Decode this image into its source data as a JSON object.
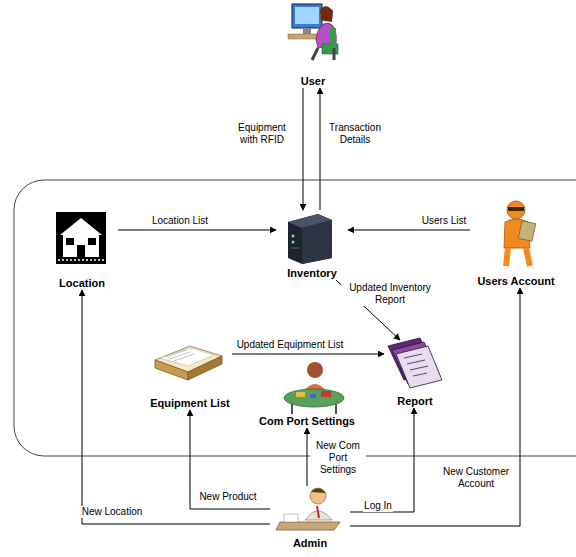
{
  "diagram": {
    "nodes": [
      {
        "text": [
          "User"
        ]
      },
      {
        "text": [
          "Location"
        ]
      },
      {
        "text": [
          "Inventory"
        ]
      },
      {
        "text": [
          "Users Account"
        ]
      },
      {
        "text": [
          "Equipment List"
        ]
      },
      {
        "text": [
          "Com Port Settings"
        ]
      },
      {
        "text": [
          "Report"
        ]
      },
      {
        "text": [
          "Admin"
        ]
      }
    ],
    "edges": [
      {
        "from": 0,
        "to": 2,
        "label": "Equipment with RFID",
        "arrow": "to"
      },
      {
        "from": 2,
        "to": 0,
        "label": "Transaction Details",
        "arrow": "to"
      },
      {
        "from": 1,
        "to": 2,
        "label": "Location List",
        "arrow": "to"
      },
      {
        "from": 3,
        "to": 2,
        "label": "Users List",
        "arrow": "to"
      },
      {
        "from": 2,
        "to": 6,
        "label": "Updated Inventory Report",
        "arrow": "to"
      },
      {
        "from": 4,
        "to": 6,
        "label": "Updated Equipment List",
        "arrow": "to"
      },
      {
        "from": 7,
        "to": 1,
        "label": "New Location",
        "arrow": "to"
      },
      {
        "from": 7,
        "to": 4,
        "label": "New Product",
        "arrow": "to"
      },
      {
        "from": 7,
        "to": 5,
        "label": "New Com Port Settings",
        "arrow": "to"
      },
      {
        "from": 7,
        "to": 6,
        "label": "Log In",
        "arrow": "to"
      },
      {
        "from": 7,
        "to": 3,
        "label": "New Customer Account",
        "arrow": "to"
      }
    ]
  }
}
